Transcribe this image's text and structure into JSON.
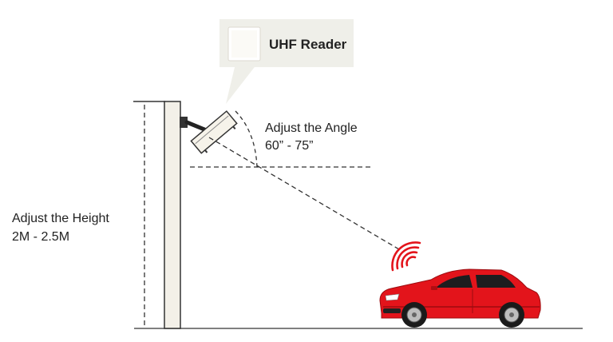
{
  "reader_callout": {
    "title": "UHF Reader"
  },
  "angle_annotation": {
    "line1": "Adjust the Angle",
    "line2": "60” - 75”"
  },
  "height_annotation": {
    "line1": "Adjust the Height",
    "line2": "2M - 2.5M"
  },
  "colors": {
    "car_body": "#e3141b",
    "car_shadow": "#b00d12",
    "signal_waves": "#e3141b",
    "pole_fill": "#f3f0e8",
    "callout_bg": "#efefe9",
    "line": "#333333"
  },
  "icons": {
    "reader": "uhf-reader-panel-icon",
    "signal": "rfid-signal-waves-icon",
    "vehicle": "red-car-icon"
  }
}
